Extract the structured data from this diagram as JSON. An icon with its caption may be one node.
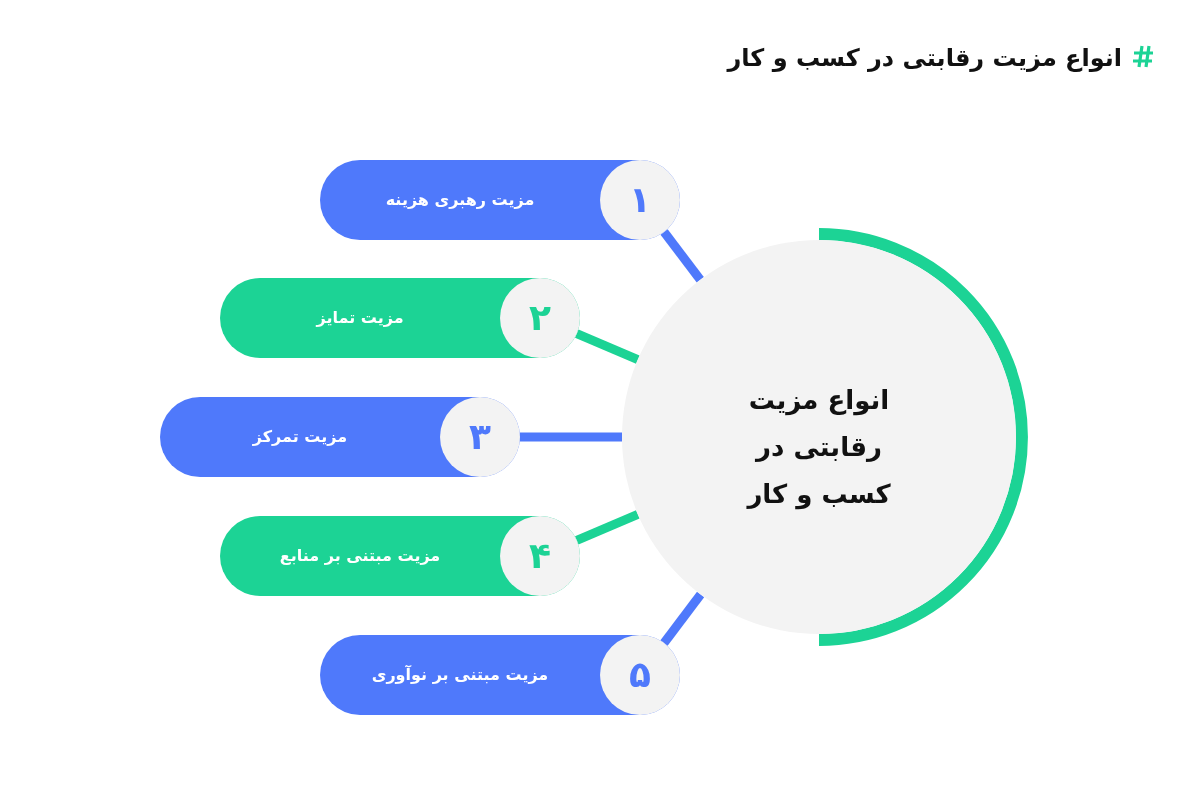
{
  "diagram": {
    "title": "انواع مزیت رقابتی در کسب و کار",
    "nodes": [
      {
        "text": [
          "انواع مزیت رقابتی در کسب و کار"
        ]
      },
      {
        "text": [
          "مزیت رهبری هزینه"
        ]
      },
      {
        "text": [
          "۱"
        ],
        "in": 1
      },
      {
        "text": [
          "مزیت تمایز"
        ]
      },
      {
        "text": [
          "۲"
        ],
        "in": 3
      },
      {
        "text": [
          "مزیت تمرکز"
        ]
      },
      {
        "text": [
          "۳"
        ],
        "in": 5
      },
      {
        "text": [
          "مزیت مبتنی بر منابع"
        ]
      },
      {
        "text": [
          "۴"
        ],
        "in": 7
      },
      {
        "text": [
          "مزیت مبتنی بر نوآوری"
        ]
      },
      {
        "text": [
          "۵"
        ],
        "in": 9
      }
    ],
    "edges": [
      {
        "from": 2,
        "to": 0,
        "arrow": "none"
      },
      {
        "from": 4,
        "to": 0,
        "arrow": "none",
        "color": "#1cd395"
      },
      {
        "from": 6,
        "to": 0,
        "arrow": "none"
      },
      {
        "from": 8,
        "to": 0,
        "arrow": "none",
        "color": "#1cd395"
      },
      {
        "from": 10,
        "to": 0,
        "arrow": "none"
      }
    ]
  }
}
